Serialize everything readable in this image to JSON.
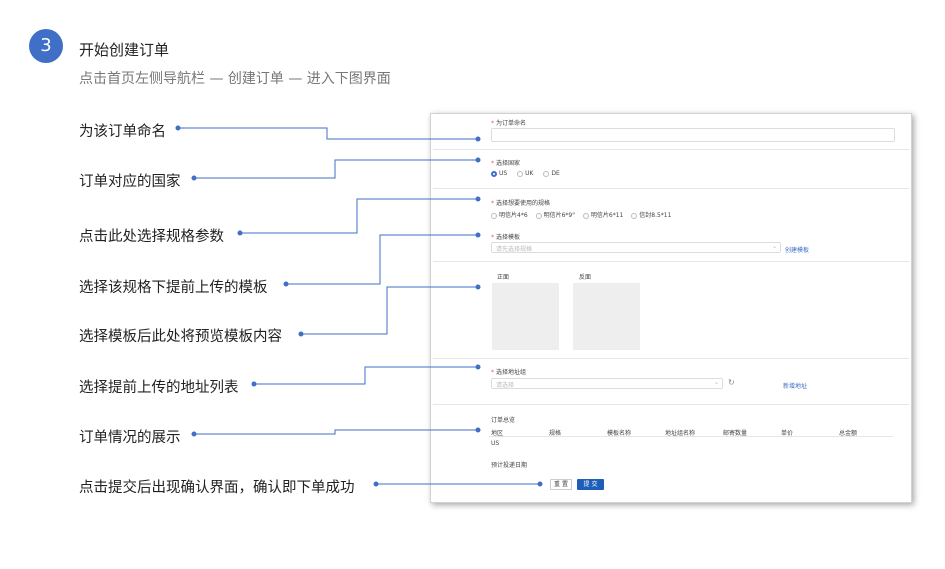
{
  "header": {
    "step_number": "3",
    "title": "开始创建订单",
    "subtitle": "点击首页左侧导航栏 — 创建订单 — 进入下图界面"
  },
  "callouts": [
    "为该订单命名",
    "订单对应的国家",
    "点击此处选择规格参数",
    "选择该规格下提前上传的模板",
    "选择模板后此处将预览模板内容",
    "选择提前上传的地址列表",
    "订单情况的展示",
    "点击提交后出现确认界面，确认即下单成功"
  ],
  "form": {
    "order_name_label": "为订单命名",
    "country_label": "选择国家",
    "countries": [
      "US",
      "UK",
      "DE"
    ],
    "spec_label": "选择想要使用的规格",
    "specs": [
      "明信片4*6",
      "明信片6*9\"",
      "明信片6*11",
      "信封8.5*11"
    ],
    "template_label": "选择模板",
    "template_placeholder": "请先选择规格",
    "create_template": "创建模板",
    "front_label": "正面",
    "back_label": "反面",
    "address_label": "选择地址组",
    "address_placeholder": "请选择",
    "add_address": "新增地址",
    "summary_label": "订单总览",
    "columns": [
      "地区",
      "规格",
      "模板名称",
      "地址组名称",
      "邮寄数量",
      "单价",
      "总金额"
    ],
    "region_value": "US",
    "delivery_label": "预计投递日期",
    "reset_button": "重 置",
    "submit_button": "提 交"
  },
  "colors": {
    "accent": "#3f6fc6",
    "submit": "#1f5eb8"
  }
}
